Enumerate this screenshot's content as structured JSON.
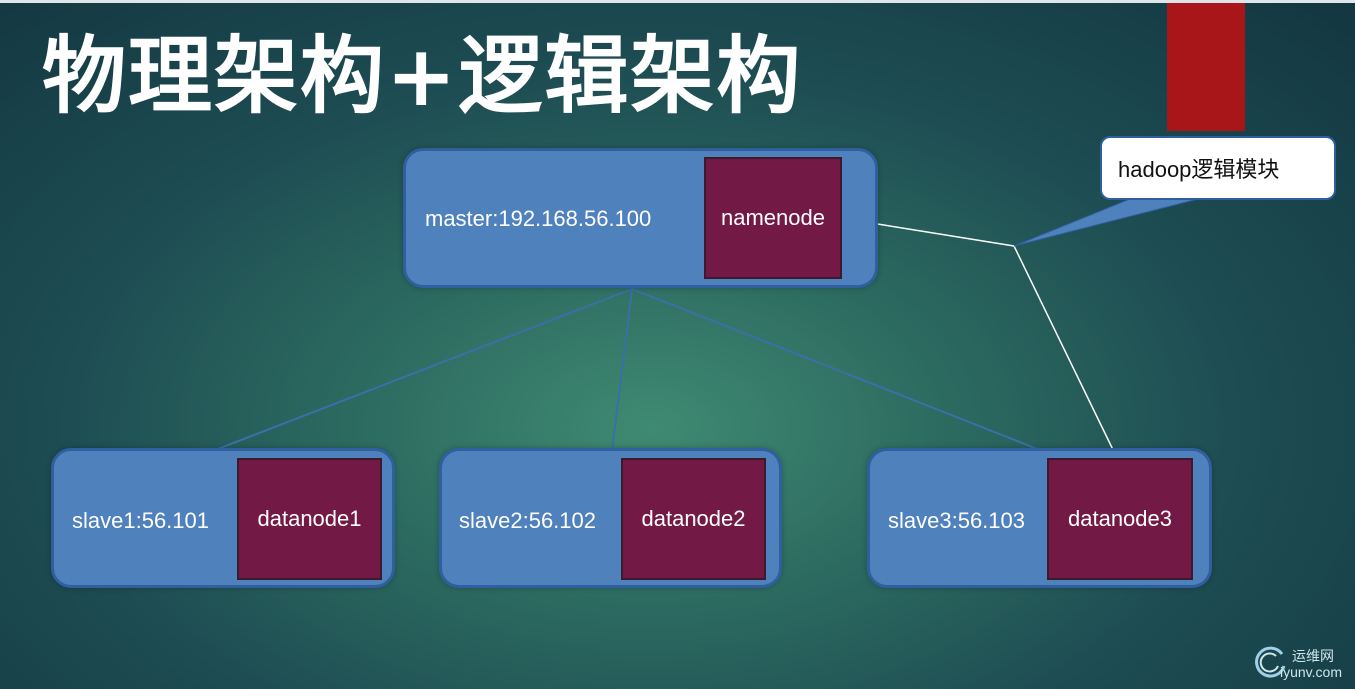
{
  "title": "物理架构+逻辑架构",
  "callout": {
    "text": "hadoop逻辑模块"
  },
  "master": {
    "label": "master:192.168.56.100",
    "role": "namenode"
  },
  "slaves": [
    {
      "label": "slave1:56.101",
      "role": "datanode1"
    },
    {
      "label": "slave2:56.102",
      "role": "datanode2"
    },
    {
      "label": "slave3:56.103",
      "role": "datanode3"
    }
  ],
  "colors": {
    "node_fill": "#4f81bd",
    "role_fill": "#731946",
    "accent_red": "#a9161a",
    "link_color": "#3a6fa8",
    "logical_link_color": "#ffffff"
  },
  "watermark": {
    "cn": "运维网",
    "en": "iyunv.com"
  }
}
